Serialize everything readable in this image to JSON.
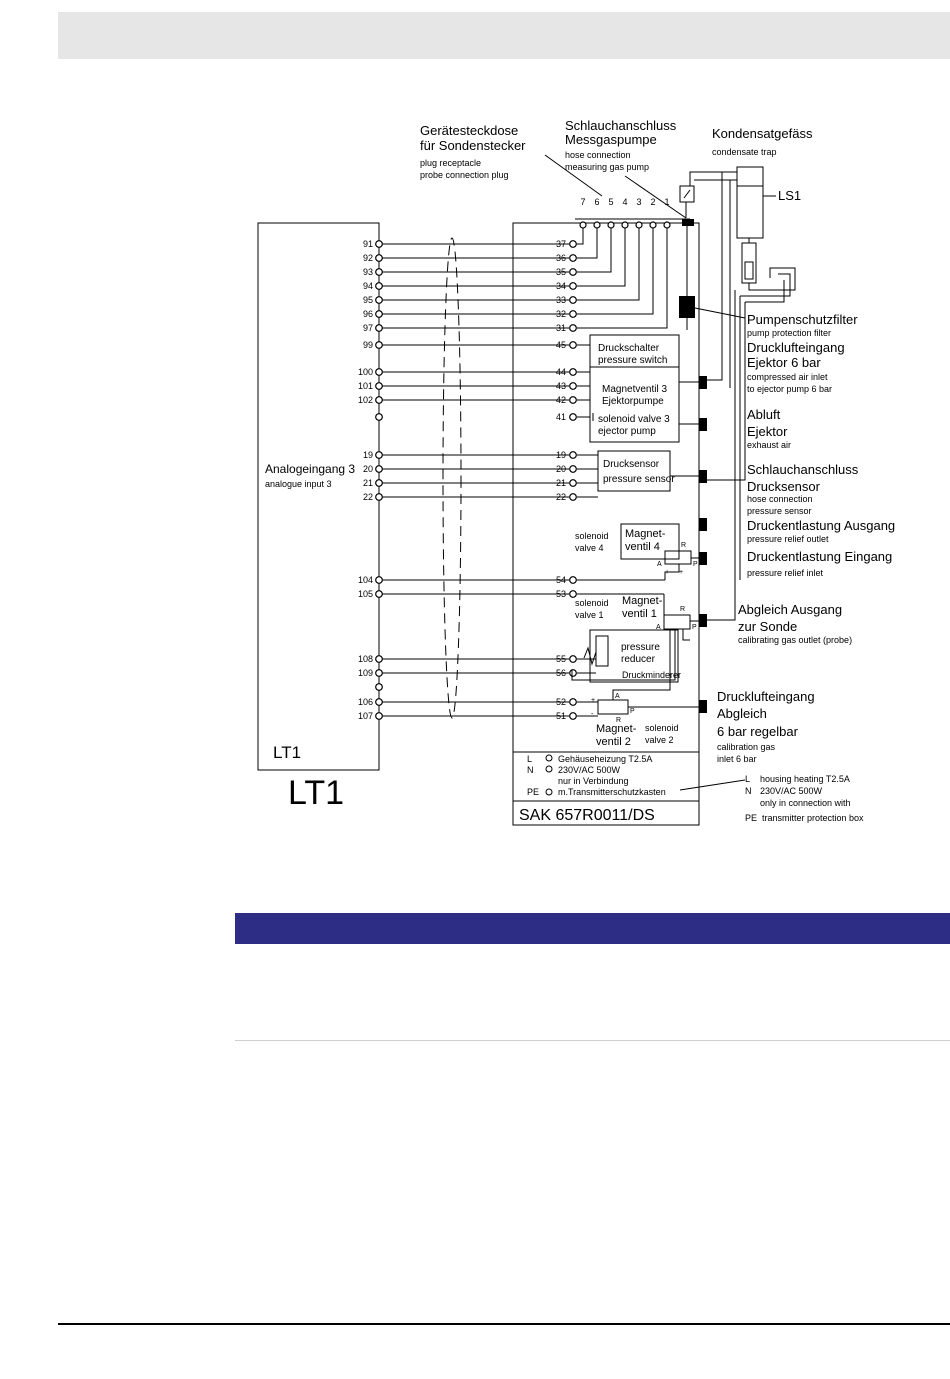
{
  "diagram": {
    "lt1": {
      "inner_label": "LT1",
      "big_label": "LT1",
      "analog_de": "Analogeingang 3",
      "analog_en": "analogue input 3"
    },
    "left_terminals": [
      "91",
      "92",
      "93",
      "94",
      "95",
      "96",
      "97",
      "99",
      "100",
      "101",
      "102",
      "",
      "19",
      "20",
      "21",
      "22",
      "104",
      "105",
      "108",
      "109",
      "",
      "106",
      "107"
    ],
    "mid_terminals": [
      "37",
      "36",
      "35",
      "34",
      "33",
      "32",
      "31",
      "45",
      "44",
      "43",
      "42",
      "41",
      "19",
      "20",
      "21",
      "22",
      "54",
      "53",
      "55",
      "56",
      "52",
      "51"
    ],
    "top_pins": [
      "7",
      "6",
      "5",
      "4",
      "3",
      "2",
      "1"
    ],
    "plug": {
      "de1": "Gerätesteckdose",
      "de2": "für Sondenstecker",
      "en1": "plug receptacle",
      "en2": "probe connection plug"
    },
    "hose_pump": {
      "de1": "Schlauchanschluss",
      "de2": "Messgaspumpe",
      "en1": "hose connection",
      "en2": "measuring gas pump"
    },
    "condensate": {
      "de": "Kondensatgefäss",
      "en": "condensate trap",
      "ls": "LS1"
    },
    "pump_filter": {
      "de": "Pumpenschutzfilter",
      "en": "pump protection filter"
    },
    "air_inlet": {
      "de1": "Drucklufteingang",
      "de2": "Ejektor 6 bar",
      "en1": "compressed air inlet",
      "en2": "to ejector pump 6 bar"
    },
    "exhaust": {
      "de1": "Abluft",
      "de2": "Ejektor",
      "en": "exhaust air"
    },
    "hose_sensor": {
      "de1": "Schlauchanschluss",
      "de2": "Drucksensor",
      "en1": "hose connection",
      "en2": "pressure sensor"
    },
    "relief_out": {
      "de": "Druckentlastung Ausgang",
      "en": "pressure relief outlet"
    },
    "relief_in": {
      "de": "Druckentlastung Eingang",
      "en": "pressure relief inlet"
    },
    "cal_out": {
      "de1": "Abgleich Ausgang",
      "de2": "zur Sonde",
      "en": "calibrating gas outlet (probe)"
    },
    "cal_in": {
      "de1": "Drucklufteingang",
      "de2": "Abgleich",
      "de3": "6 bar regelbar",
      "en1": "calibration gas",
      "en2": "inlet 6 bar"
    },
    "pressure_switch": {
      "de": "Druckschalter",
      "en": "pressure switch"
    },
    "valve3": {
      "de1": "Magnetventil 3",
      "de2": "Ejektorpumpe",
      "en1": "solenoid valve 3",
      "en2": "ejector pump"
    },
    "sensor": {
      "de": "Drucksensor",
      "en": "pressure sensor"
    },
    "valve4": {
      "de1": "Magnet-",
      "de2": "ventil 4",
      "en1": "solenoid",
      "en2": "valve 4"
    },
    "valve1": {
      "de1": "Magnet-",
      "de2": "ventil 1",
      "en1": "solenoid",
      "en2": "valve 1"
    },
    "valve2": {
      "de1": "Magnet-",
      "de2": "ventil 2",
      "en1": "solenoid",
      "en2": "valve 2"
    },
    "reducer": {
      "en1": "pressure",
      "en2": "reducer",
      "de": "Druckminderer"
    },
    "heating_de": {
      "l": "L",
      "n": "N",
      "pe": "PE",
      "line1": "Gehäuseheizung T2.5A",
      "line2": "230V/AC 500W",
      "line3": "nur in Verbindung",
      "line4": "m.Transmitterschutzkasten"
    },
    "heating_en": {
      "l": "L",
      "n": "N",
      "pe": "PE",
      "line1": "housing heating  T2.5A",
      "line2": "230V/AC 500W",
      "line3": "only in connection with",
      "line4": "transmitter protection box"
    },
    "model": "SAK 657R0011/DS",
    "valve_ports": {
      "a": "A",
      "p": "P",
      "r": "R",
      "plus": "+",
      "minus": "-"
    }
  },
  "colors": {
    "header_bar": "#e6e6e6",
    "section_bar": "#2e2d86",
    "line": "#000000"
  }
}
